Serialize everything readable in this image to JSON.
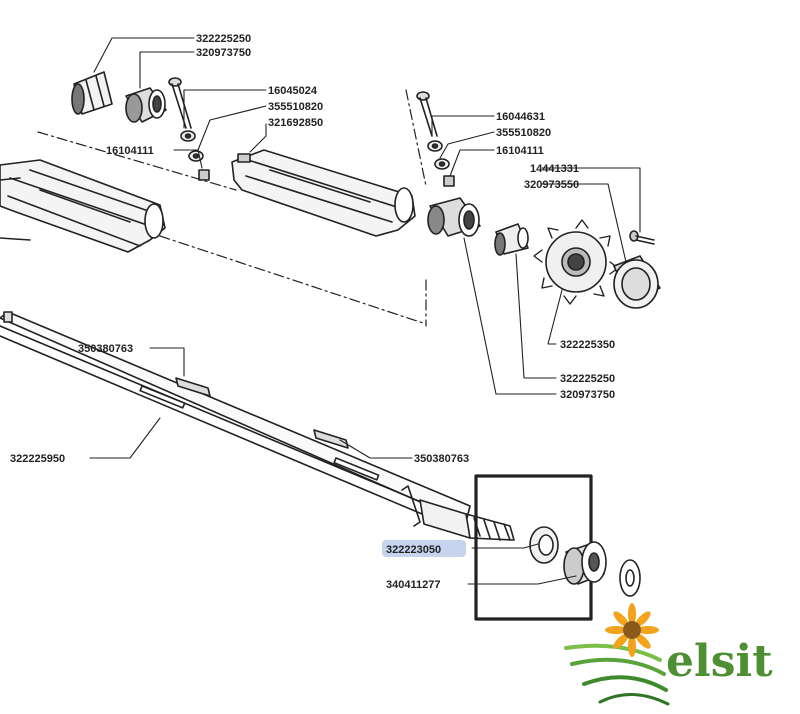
{
  "labels": {
    "l1": "322225250",
    "l2": "320973750",
    "l3": "16045024",
    "l4": "355510820",
    "l5": "321692850",
    "l6": "16104111",
    "l7": "16044631",
    "l8": "355510820",
    "l9": "16104111",
    "l10": "14441331",
    "l11": "320973550",
    "l12": "322225350",
    "l13": "322225250",
    "l14": "320973750",
    "l15": "350380763",
    "l16": "322225950",
    "l17": "350380763",
    "l18": "322223050",
    "l19": "340411277"
  },
  "logo": {
    "text": "elsit"
  },
  "colors": {
    "line": "#222222",
    "highlight": "#c6d4ee",
    "logo_green": "#4f8f34",
    "sunflower": "#f2a31b"
  }
}
